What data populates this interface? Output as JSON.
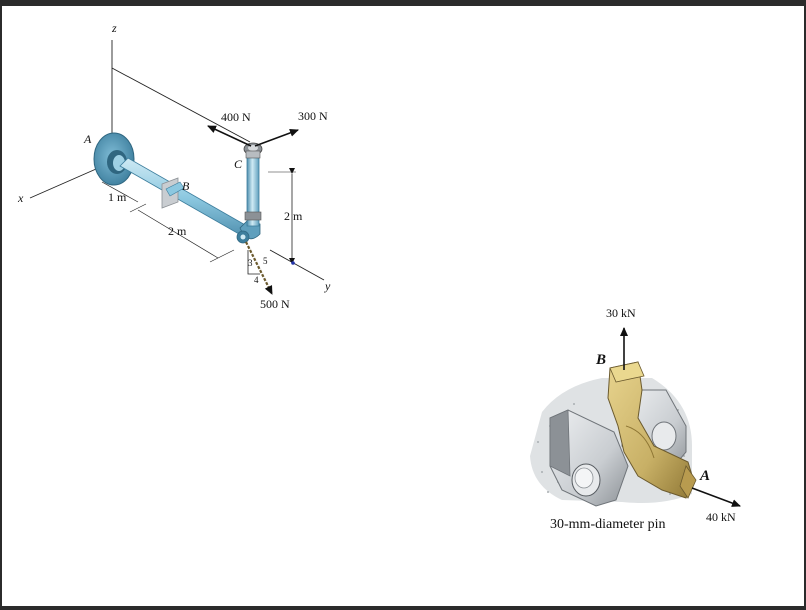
{
  "figure_left": {
    "axis_z": "z",
    "axis_x": "x",
    "axis_y": "y",
    "point_a": "A",
    "point_b": "B",
    "point_c": "C",
    "force_400": "400 N",
    "force_300": "300 N",
    "force_500": "500 N",
    "dim_1m": "1 m",
    "dim_2m_horizontal": "2 m",
    "dim_2m_vertical": "2 m",
    "slope_3": "3",
    "slope_4": "4",
    "slope_5": "5"
  },
  "figure_right": {
    "force_30": "30 kN",
    "force_40": "40 kN",
    "point_b": "B",
    "point_a": "A",
    "pin_caption": "30-mm-diameter pin"
  },
  "colors": {
    "pipe": "#8cc8e0",
    "pipe_dark": "#4f8fae",
    "bracket": "#c8b066",
    "bracket_dark": "#8e7634",
    "support": "#c9cdd1",
    "support_dark": "#8c9196"
  }
}
